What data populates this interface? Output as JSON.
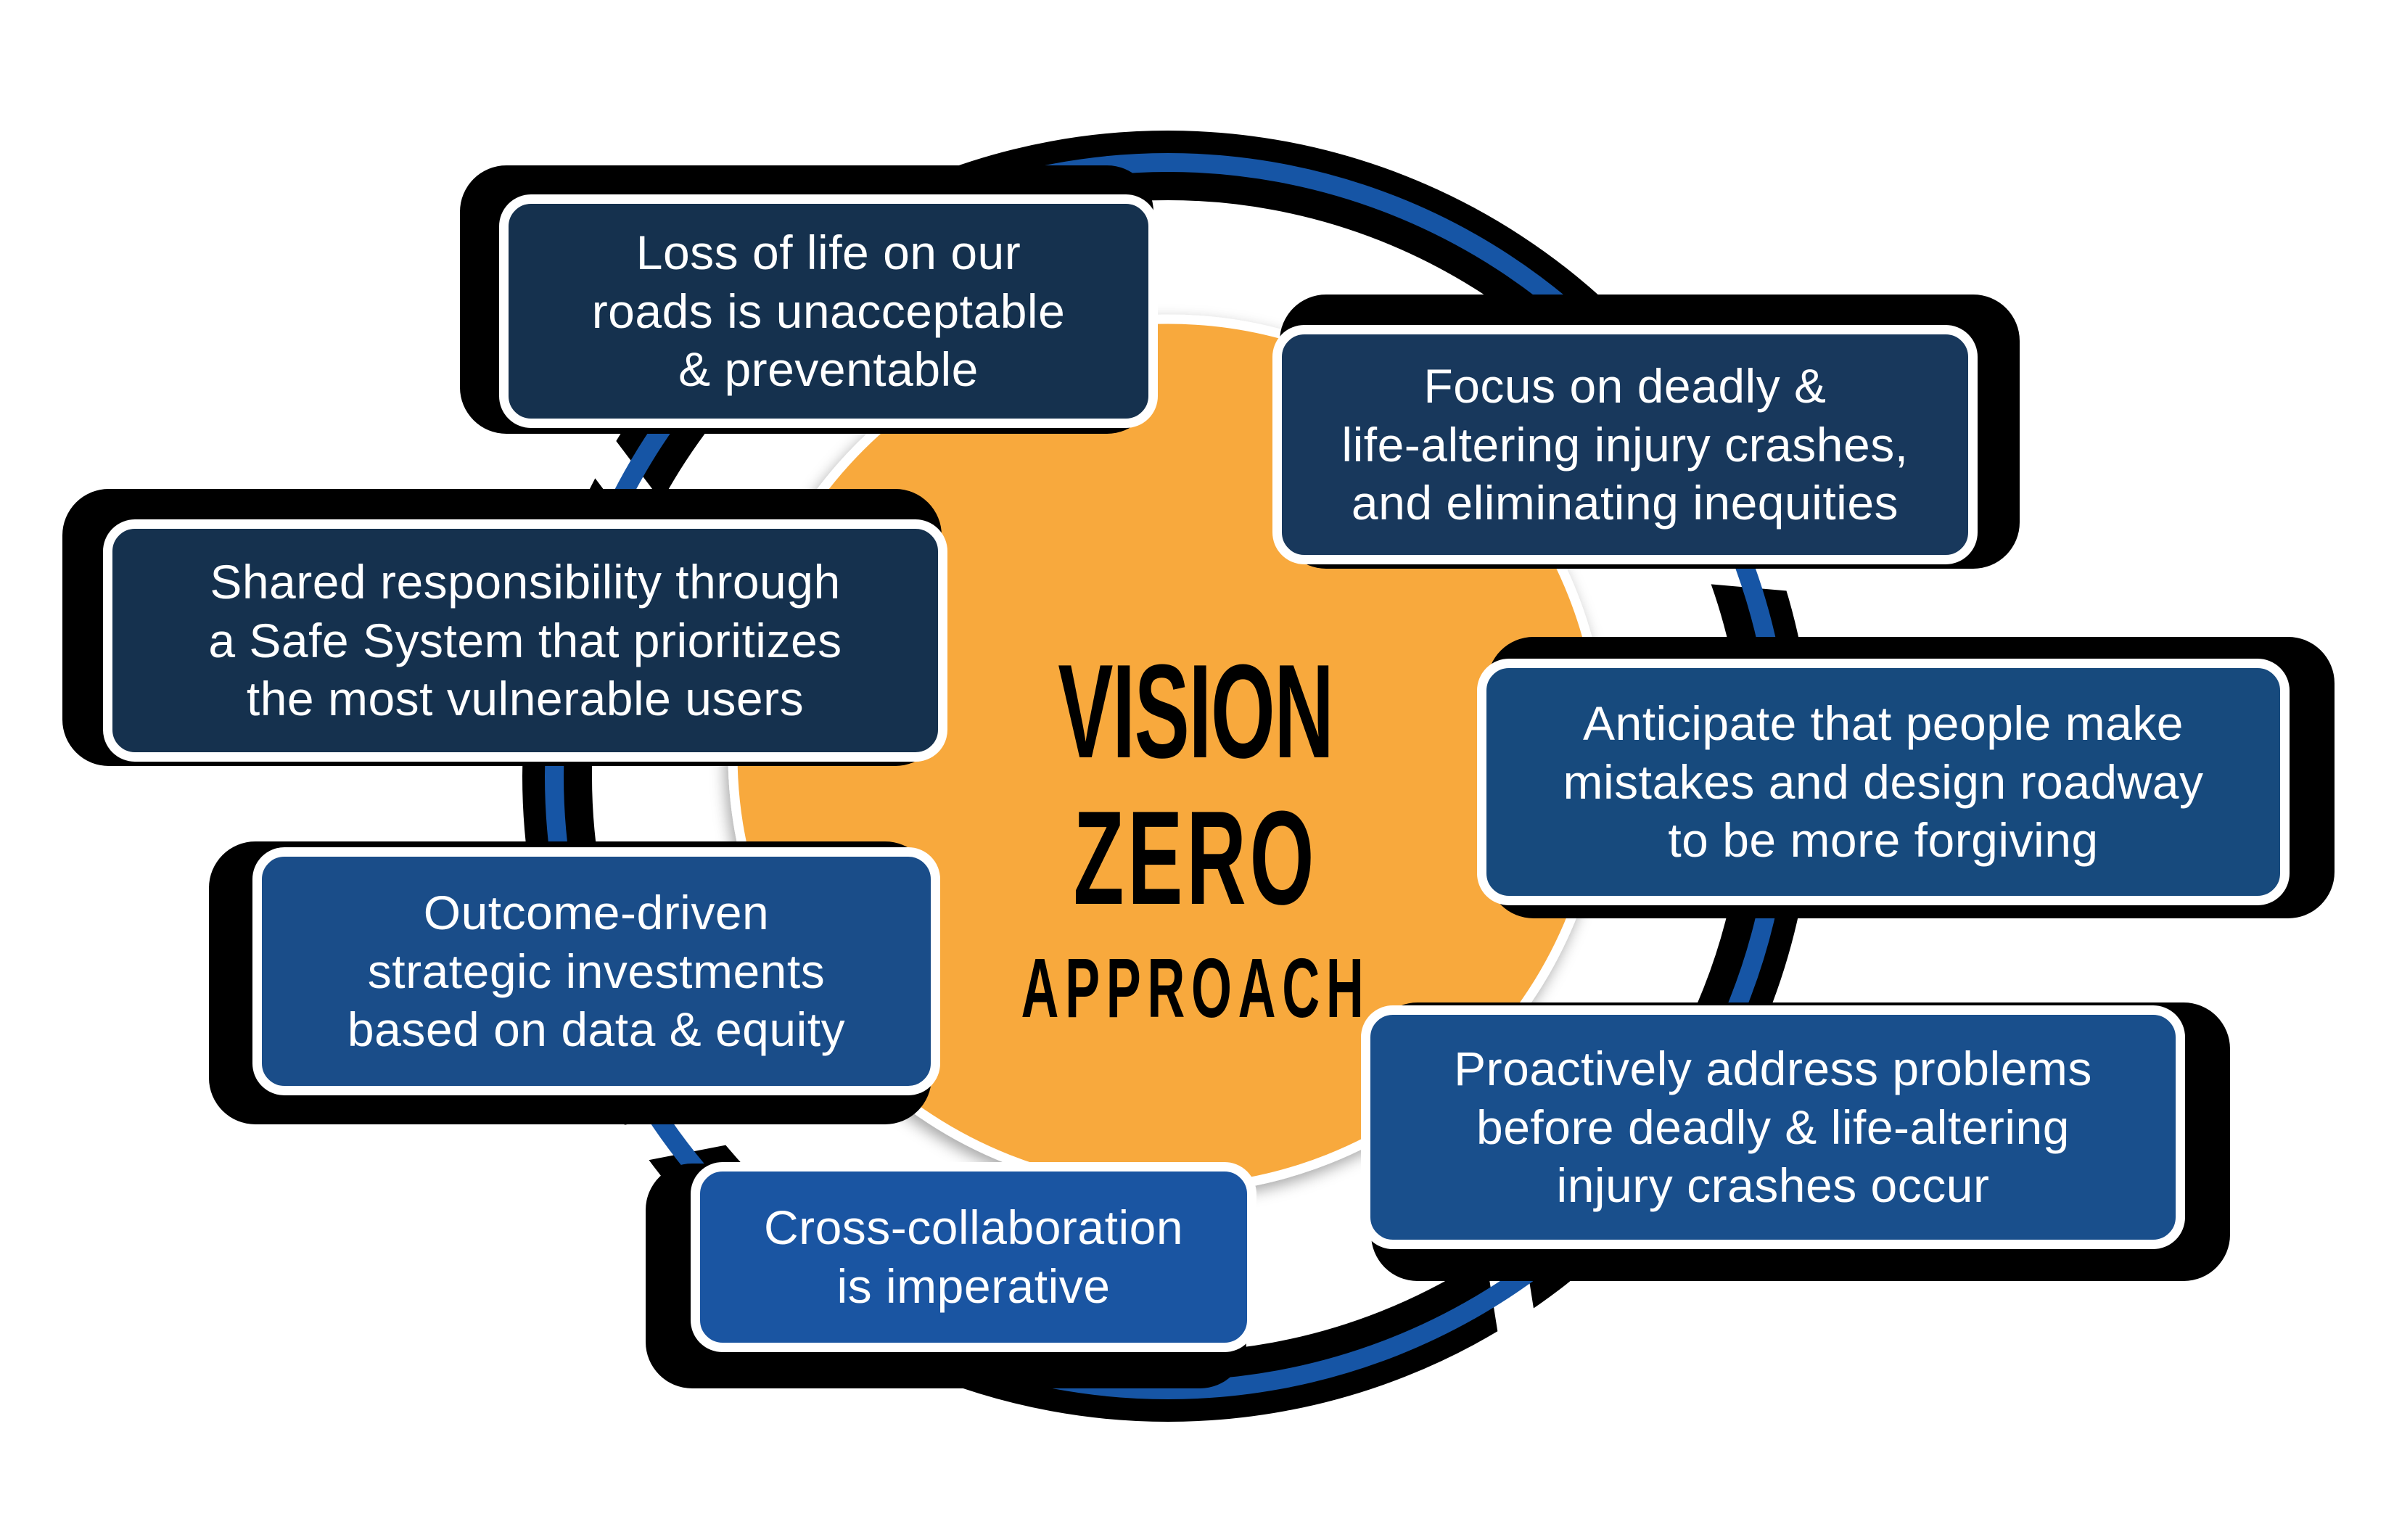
{
  "title": {
    "line1": "VISION",
    "line2": "ZERO",
    "line3": "APPROACH"
  },
  "center": {
    "circle_color": "#F8A93C"
  },
  "ring": {
    "road_color": "#000000",
    "stripe_color": "#1655A5",
    "crosswalk_gap_color": "#FFFFFF"
  },
  "principles": [
    {
      "id": "loss-of-life",
      "text": "Loss of life on our\nroads is unacceptable\n& preventable",
      "color": "#15314E"
    },
    {
      "id": "focus-on-deadly",
      "text": "Focus on deadly &\nlife-altering injury crashes,\nand eliminating inequities",
      "color": "#18385C"
    },
    {
      "id": "shared-responsibility",
      "text": "Shared responsibility through\na Safe System that prioritizes\nthe most vulnerable users",
      "color": "#15314E"
    },
    {
      "id": "anticipate-mistakes",
      "text": "Anticipate that people make\nmistakes and design roadway\nto be more forgiving",
      "color": "#174A7D"
    },
    {
      "id": "outcome-driven",
      "text": "Outcome-driven\nstrategic investments\nbased on data & equity",
      "color": "#1A4D89"
    },
    {
      "id": "proactively-address",
      "text": "Proactively address problems\nbefore deadly & life-altering\ninjury crashes occur",
      "color": "#194F8C"
    },
    {
      "id": "cross-collaboration",
      "text": "Cross-collaboration\nis imperative",
      "color": "#1A55A2"
    }
  ]
}
